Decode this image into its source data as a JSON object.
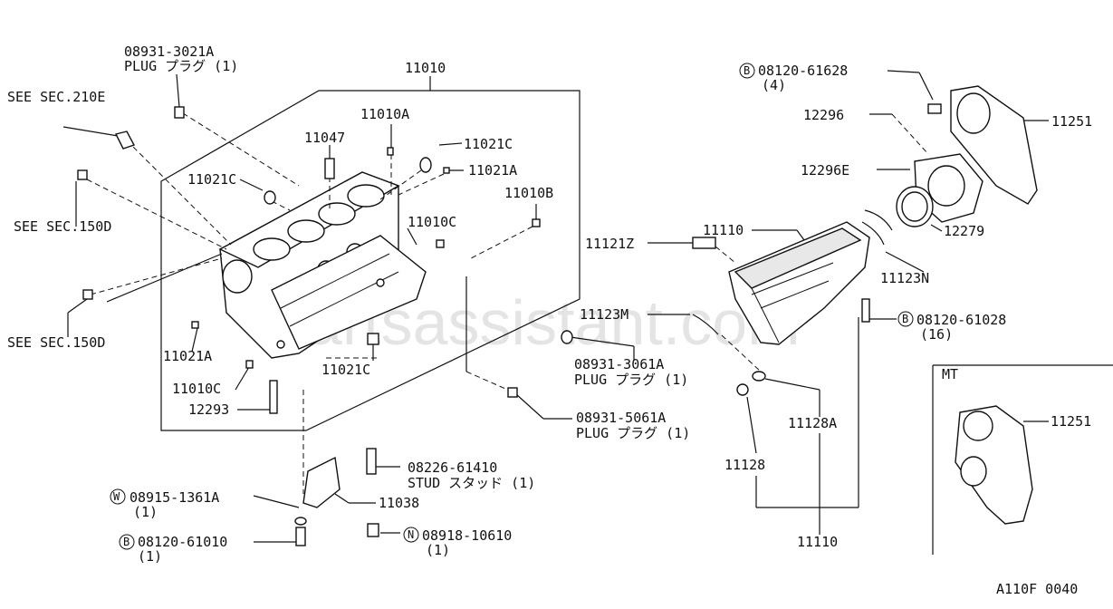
{
  "watermark": "partsassistant.com",
  "figure_code": "A110F 0040",
  "mt_box_label": "MT",
  "callouts": {
    "block_main": "11010",
    "plug_top_part": "08931-3021A",
    "plug_top_desc": "PLUG プラグ (1)",
    "see_210e": "SEE SEC.210E",
    "see_150d": "SEE SEC.150D",
    "see_150d_b": "SEE SEC.150D",
    "part_11010a": "11010A",
    "part_11047": "11047",
    "part_11021c_a": "11021C",
    "part_11021c_b": "11021C",
    "part_11021a_a": "11021A",
    "part_11010b": "11010B",
    "part_11010c_a": "11010C",
    "part_11021a_b": "11021A",
    "part_11010c_b": "11010C",
    "part_12293": "12293",
    "part_11021c_c": "11021C",
    "plug_mid_part": "08931-3061A",
    "plug_mid_desc": "PLUG プラグ (1)",
    "plug_low_part": "08931-5061A",
    "plug_low_desc": "PLUG プラグ (1)",
    "stud_part": "08226-61410",
    "stud_desc": "STUD スタッド (1)",
    "part_11038": "11038",
    "washer_part": "08915-1361A",
    "washer_qty": "(1)",
    "washer_circle": "W",
    "bolt_low_part": "08120-61010",
    "bolt_low_qty": "(1)",
    "bolt_low_circle": "B",
    "nut_part": "08918-10610",
    "nut_qty": "(1)",
    "nut_circle": "N",
    "bolt_top_part": "08120-61628",
    "bolt_top_qty": "(4)",
    "bolt_top_circle": "B",
    "part_12296": "12296",
    "part_12296e": "12296E",
    "part_11251_a": "11251",
    "part_12279": "12279",
    "part_11110_a": "11110",
    "part_11121z": "11121Z",
    "part_11123n": "11123N",
    "part_11123m": "11123M",
    "bolt_pan_part": "08120-61028",
    "bolt_pan_qty": "(16)",
    "bolt_pan_circle": "B",
    "part_11128a": "11128A",
    "part_11128": "11128",
    "part_11110_b": "11110",
    "part_11251_b": "11251"
  }
}
